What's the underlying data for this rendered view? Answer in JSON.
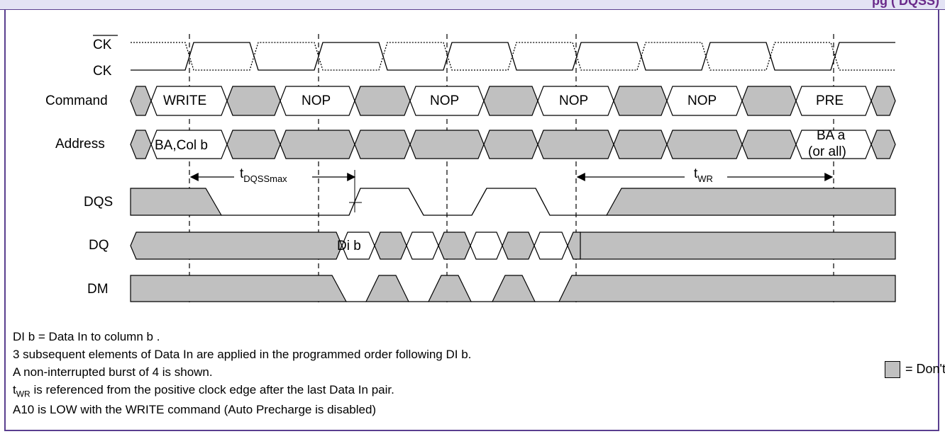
{
  "header": {
    "title_fragment": "pg          (      DQSS)"
  },
  "signals": {
    "ck_bar": "CK",
    "ck": "CK",
    "command": "Command",
    "address": "Address",
    "dqs": "DQS",
    "dq": "DQ",
    "dm": "DM"
  },
  "command_cells": [
    "WRITE",
    "NOP",
    "NOP",
    "NOP",
    "NOP",
    "PRE"
  ],
  "address_cells": [
    "BA,Col b",
    "BA a",
    "(or all)"
  ],
  "dq_label": "Di b",
  "timing": {
    "tdqss_main": "t",
    "tdqss_sub": "DQSSmax",
    "twr_main": "t",
    "twr_sub": "WR"
  },
  "notes": {
    "line1": "DI b = Data In to column b .",
    "line2": "3 subsequent elements of Data In are applied in the programmed order following DI b.",
    "line3": "A non-interrupted burst of 4 is shown.",
    "line4_main": "t",
    "line4_sub": "WR",
    "line4_rest": " is referenced from the positive clock edge after the last Data In pair.",
    "line5": "A10 is LOW with the WRITE command (Auto Precharge is disabled)"
  },
  "legend": {
    "label": "= Don't Care"
  },
  "colors": {
    "dont_care": "#c0c0c0",
    "frame": "#5a3f8f",
    "header_bg": "#e3e3f4"
  }
}
